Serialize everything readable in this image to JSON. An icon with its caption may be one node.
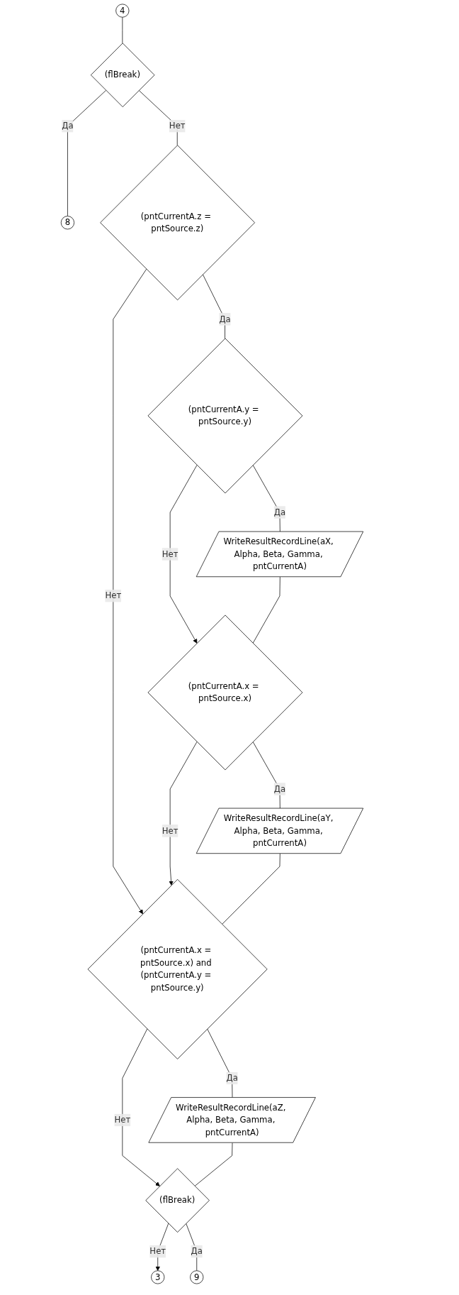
{
  "diagram": {
    "nodes": [
      {
        "text": [
          "4"
        ]
      },
      {
        "text": [
          "(flBreak)"
        ]
      },
      {
        "text": [
          "8"
        ]
      },
      {
        "text": [
          "(pntCurrentA.z = pntSource.z)"
        ]
      },
      {
        "text": [
          "(pntCurrentA.y = pntSource.y)"
        ]
      },
      {
        "text": [
          "WriteResultRecordLine(aX, Alpha, Beta, Gamma, pntCurrentA)"
        ]
      },
      {
        "text": [
          "(pntCurrentA.x = pntSource.x)"
        ]
      },
      {
        "text": [
          "WriteResultRecordLine(aY, Alpha, Beta, Gamma, pntCurrentA)"
        ]
      },
      {
        "text": [
          "(pntCurrentA.x = pntSource.x) and (pntCurrentA.y = pntSource.y)"
        ]
      },
      {
        "text": [
          "WriteResultRecordLine(aZ, Alpha, Beta, Gamma, pntCurrentA)"
        ]
      },
      {
        "text": [
          "(flBreak)"
        ]
      },
      {
        "text": [
          "3"
        ]
      },
      {
        "text": [
          "9"
        ]
      }
    ],
    "edges": [
      {
        "from": 0,
        "to": 1,
        "arrow": "none"
      },
      {
        "from": 1,
        "to": 2,
        "label": "Да",
        "arrow": "none"
      },
      {
        "from": 1,
        "to": 3,
        "label": "Нет",
        "arrow": "none"
      },
      {
        "from": 3,
        "to": 4,
        "label": "Да",
        "arrow": "none"
      },
      {
        "from": 3,
        "to": 8,
        "label": "Нет",
        "arrow": "to"
      },
      {
        "from": 4,
        "to": 5,
        "label": "Да",
        "arrow": "none"
      },
      {
        "from": 4,
        "to": 6,
        "label": "Нет",
        "arrow": "to"
      },
      {
        "from": 5,
        "to": 6,
        "arrow": "none"
      },
      {
        "from": 6,
        "to": 7,
        "label": "Да",
        "arrow": "none"
      },
      {
        "from": 6,
        "to": 8,
        "label": "Нет",
        "arrow": "to"
      },
      {
        "from": 7,
        "to": 8,
        "arrow": "none"
      },
      {
        "from": 8,
        "to": 9,
        "label": "Да",
        "arrow": "none"
      },
      {
        "from": 8,
        "to": 10,
        "label": "Нет",
        "arrow": "to"
      },
      {
        "from": 9,
        "to": 10,
        "arrow": "none"
      },
      {
        "from": 10,
        "to": 11,
        "label": "Нет",
        "arrow": "to"
      },
      {
        "from": 10,
        "to": 12,
        "label": "Да",
        "arrow": "none"
      }
    ]
  }
}
